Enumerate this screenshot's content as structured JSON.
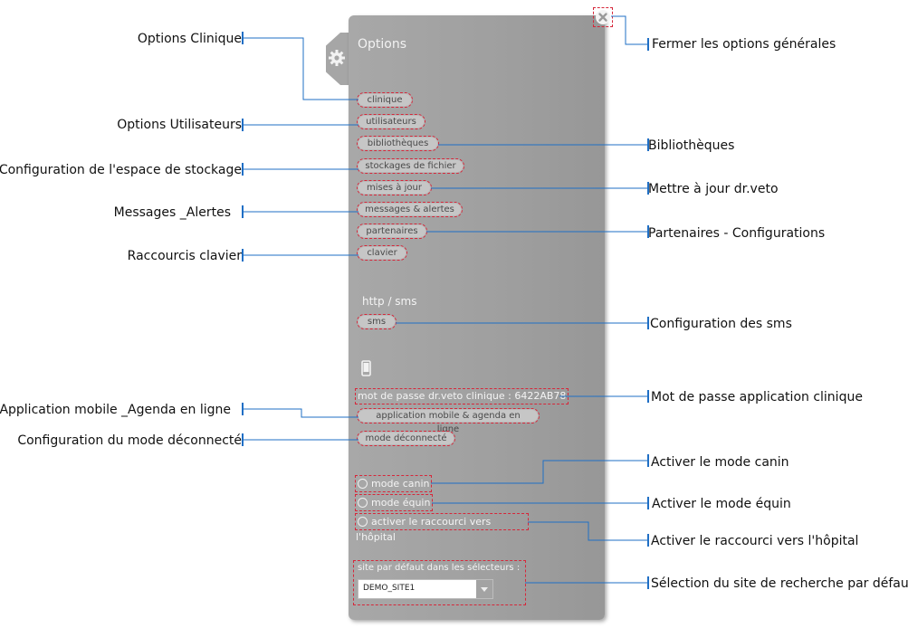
{
  "panel": {
    "title": "Options",
    "buttons": {
      "clinique": "clinique",
      "utilisateurs": "utilisateurs",
      "bibliotheques": "bibliothèques",
      "stockages": "stockages de fichier",
      "mises_a_jour": "mises à jour",
      "messages": "messages & alertes",
      "partenaires": "partenaires",
      "clavier": "clavier"
    },
    "http_label": "http / sms",
    "sms_button": "sms",
    "password_text": "mot de passe dr.veto clinique : 6422AB78",
    "mobile_button": "application mobile & agenda en ligne",
    "offline_button": "mode déconnecté",
    "radios": {
      "canin": "mode canin",
      "equin": "mode équin",
      "hopital": "activer le raccourci vers l'hôpital"
    },
    "site_label": "site par défaut dans les sélecteurs :",
    "site_value": "DEMO_SITE1"
  },
  "annotations": {
    "options_clinique": "Options Clinique",
    "options_utilisateurs": "Options Utilisateurs",
    "config_stockage": "Configuration de l'espace de stockage",
    "messages_alertes": "Messages _Alertes",
    "raccourcis": "Raccourcis clavier",
    "app_mobile": "Application mobile _Agenda en ligne",
    "mode_deconnecte": "Configuration du mode déconnecté",
    "fermer": "Fermer les options générales",
    "bibliotheques": "Bibliothèques",
    "mettre_a_jour": "Mettre à jour dr.veto",
    "partenaires": "Partenaires - Configurations",
    "config_sms": "Configuration des sms",
    "mot_de_passe": "Mot de passe application clinique",
    "mode_canin": "Activer le mode canin",
    "mode_equin": "Activer le mode équin",
    "raccourci_hopital": "Activer le raccourci vers l'hôpital",
    "selection_site": "Sélection du site de recherche par défaut"
  },
  "icons": {
    "settings": "gear-icon",
    "close": "close-icon",
    "mobile": "mobile-phone-icon",
    "dropdown": "chevron-down-icon"
  },
  "colors": {
    "panel": "#a0a0a0",
    "pill": "#c6c6c6",
    "highlight": "#d6273a",
    "leader": "#1f6fc5"
  }
}
